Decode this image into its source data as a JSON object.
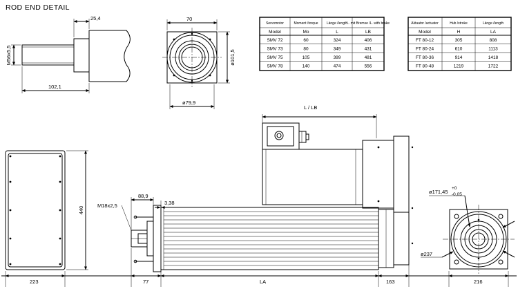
{
  "title": "ROD END DETAIL",
  "dimensions": {
    "rod_end_flat": "25,4",
    "rod_end_thread": "M56x5,5",
    "rod_end_length": "102,1",
    "end_view_width": "70",
    "end_view_dia": "ø101,5",
    "end_view_bottom_dia": "ø79,9",
    "l_lb": "L / LB",
    "rod_thread": "M18x2,5",
    "rod_offset": "88,9",
    "rod_step": "3,38",
    "height_440": "440",
    "width_223": "223",
    "offset_77": "77",
    "length_la": "LA",
    "offset_163": "163",
    "flange_dia": "ø171,45",
    "flange_tol_upper": "+0",
    "flange_tol_lower": "-0,05",
    "pcd_237": "ø237",
    "flange_width": "216"
  },
  "servomotor_table": {
    "headers": [
      "Servomotor",
      "Moment /torque",
      "Länge /length",
      "L. mit Bremse /L. with brake"
    ],
    "subheaders": [
      "Model",
      "Mo",
      "L",
      "LB"
    ],
    "rows": [
      [
        "SMV 72",
        "60",
        "324",
        "406"
      ],
      [
        "SMV 73",
        "80",
        "349",
        "431"
      ],
      [
        "SMV 75",
        "105",
        "399",
        "481"
      ],
      [
        "SMV 78",
        "140",
        "474",
        "556"
      ]
    ]
  },
  "actuator_table": {
    "headers": [
      "Aktuator /actuator",
      "Hub /stroke",
      "Länge /length"
    ],
    "subheaders": [
      "Model",
      "H",
      "LA"
    ],
    "rows": [
      [
        "FT 80-12",
        "305",
        "808"
      ],
      [
        "FT 80-24",
        "610",
        "1113"
      ],
      [
        "FT 80-36",
        "914",
        "1418"
      ],
      [
        "FT 80-48",
        "1219",
        "1722"
      ]
    ]
  }
}
